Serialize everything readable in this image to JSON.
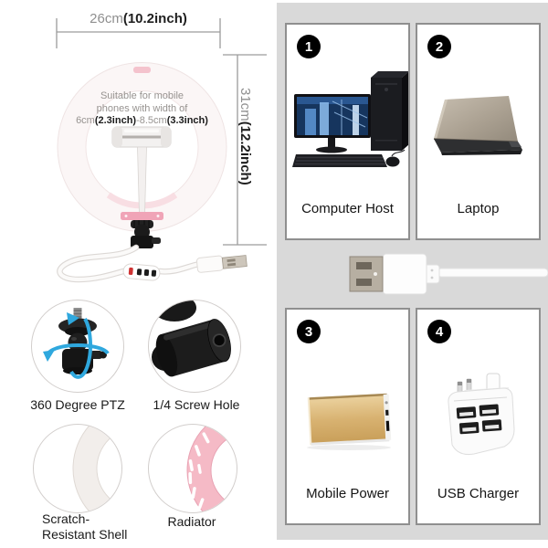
{
  "dimensions": {
    "width_metric": "26cm",
    "width_imperial": "(10.2inch)",
    "height_metric": "31cm",
    "height_imperial": "(12.2inch)"
  },
  "ring_note": {
    "line1": "Suitable for mobile",
    "line2": "phones with width of",
    "seg_min_metric": "6cm",
    "seg_min_imperial": "(2.3inch)",
    "seg_max_metric": "-8.5cm",
    "seg_max_imperial": "(3.3inch)"
  },
  "features": [
    {
      "label": "360 Degree PTZ"
    },
    {
      "label": "1/4 Screw Hole"
    },
    {
      "label": "Scratch-Resistant Shell"
    },
    {
      "label": "Radiator"
    }
  ],
  "devices": [
    {
      "number": "1",
      "label": "Computer Host"
    },
    {
      "number": "2",
      "label": "Laptop"
    },
    {
      "number": "3",
      "label": "Mobile Power"
    },
    {
      "number": "4",
      "label": "USB Charger"
    }
  ],
  "colors": {
    "panel_bg": "#d9d9d9",
    "badge_bg": "#000000",
    "arrow_blue": "#2fa8de",
    "radiator_pink": "#f2b3c0",
    "power_bank_gold": "#d8b271"
  }
}
